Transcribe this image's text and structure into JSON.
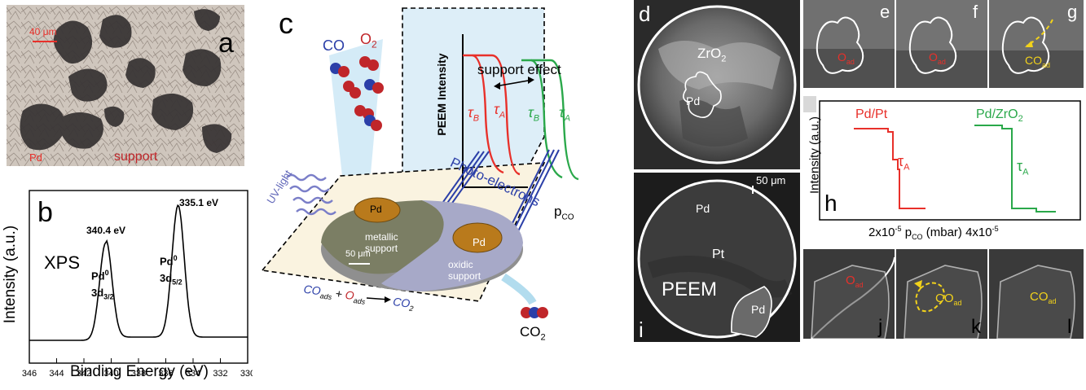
{
  "panel_a": {
    "letter": "a",
    "scale_bar": "40 μm",
    "pd_label": "Pd",
    "support_label": "support"
  },
  "panel_b": {
    "letter": "b",
    "method": "XPS",
    "peak1_energy": "340.4 eV",
    "peak2_energy": "335.1 eV",
    "peak1_state": "Pd",
    "peak1_state_sup": "0",
    "peak1_orbital": "3d",
    "peak1_orbital_sub": "3/2",
    "peak2_state": "Pd",
    "peak2_state_sup": "0",
    "peak2_orbital": "3d",
    "peak2_orbital_sub": "5/2",
    "ylabel": "Intensity (a.u.)",
    "xlabel": "Binding Energy (eV)",
    "xticks": [
      "346",
      "344",
      "342",
      "340",
      "338",
      "336",
      "334",
      "332",
      "330"
    ]
  },
  "panel_c": {
    "letter": "c",
    "co": "CO",
    "o2": "O",
    "o2_sub": "2",
    "uv_light": "UV-light",
    "peem_intensity": "PEEM Intensity",
    "support_effect": "support effect",
    "tau": "τ",
    "tau_a_sub": "A",
    "tau_b_sub": "B",
    "photo_electrons": "Photo-electrons",
    "p_co": "p",
    "p_co_sub": "CO",
    "pd1": "Pd",
    "pd2": "Pd",
    "metallic_support": [
      "metallic",
      "support"
    ],
    "oxidic_support": [
      "oxidic",
      "support"
    ],
    "scale_bar": "50 μm",
    "reaction_co": "CO",
    "reaction_co_sub": "ads",
    "reaction_plus": "+",
    "reaction_o": "O",
    "reaction_o_sub": "ads",
    "reaction_co2": "CO",
    "reaction_co2_sub": "2",
    "product": "CO",
    "product_sub": "2"
  },
  "panel_d": {
    "letter": "d",
    "zro2": "ZrO",
    "zro2_sub": "2",
    "pd": "Pd"
  },
  "panel_e": {
    "letter": "e",
    "label": "O",
    "label_sub": "ad"
  },
  "panel_f": {
    "letter": "f",
    "label": "O",
    "label_sub": "ad"
  },
  "panel_g": {
    "letter": "g",
    "label": "CO",
    "label_sub": "ad"
  },
  "panel_h": {
    "letter": "h",
    "ylabel": "Intensity (a.u.)",
    "series1_name": "Pd/Pt",
    "series2_name": "Pd/ZrO",
    "series2_name_sub": "2",
    "tau": "τ",
    "tau_sub": "A",
    "x_tick1": "2x10",
    "x_tick1_sup": "-5",
    "x_mid": "p",
    "x_mid_sub": "CO",
    "x_unit": "(mbar)",
    "x_tick2": "4x10",
    "x_tick2_sup": "-5",
    "series1_color": "#e8302a",
    "series2_color": "#2aa84a"
  },
  "panel_i": {
    "letter": "i",
    "pd": "Pd",
    "pt": "Pt",
    "peem": "PEEM",
    "pd2": "Pd",
    "scale": "50 μm"
  },
  "panel_j": {
    "letter": "j",
    "label": "O",
    "label_sub": "ad"
  },
  "panel_k": {
    "letter": "k",
    "label": "CO",
    "label_sub": "ad"
  },
  "panel_l": {
    "letter": "l",
    "label": "CO",
    "label_sub": "ad"
  },
  "colors": {
    "red": "#e8302a",
    "green": "#2aa84a",
    "blue": "#2b3fa8",
    "yellow": "#f2d21b"
  }
}
